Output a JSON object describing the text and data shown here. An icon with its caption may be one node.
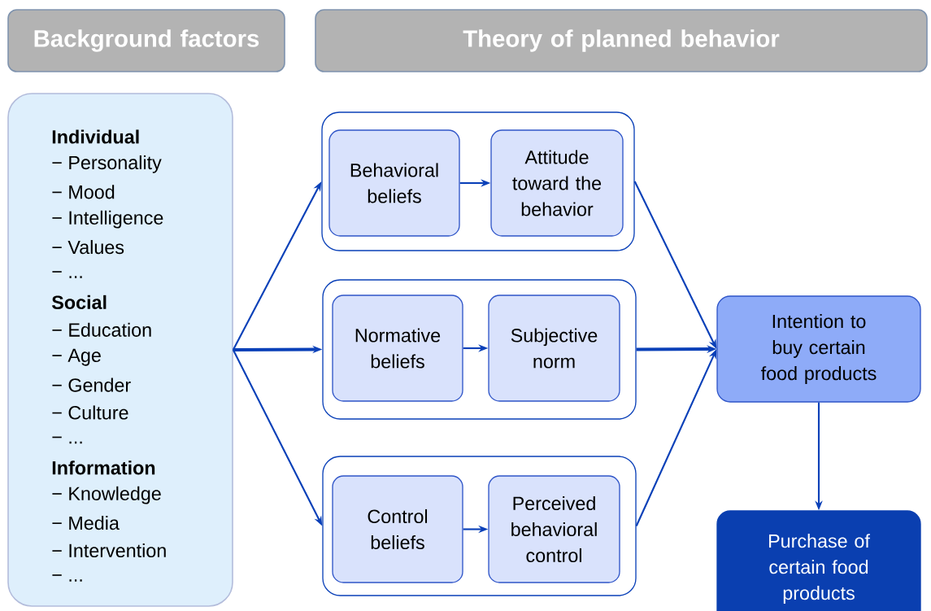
{
  "diagram": {
    "nodes": [
      {
        "text": [
          "Background factors"
        ]
      },
      {
        "text": [
          "Theory of planned behavior"
        ]
      },
      {
        "text": [
          "Individual",
          "− Personality",
          "− Mood",
          "− Intelligence",
          "− Values",
          "− ...",
          "Social",
          "− Education",
          "− Age",
          "− Gender",
          "− Culture",
          "− ...",
          "Information",
          "− Knowledge",
          "− Media",
          "− Intervention",
          "− ..."
        ]
      },
      {
        "text": [],
        "shape": "box"
      },
      {
        "text": [
          "Behavioral beliefs"
        ],
        "in": 3
      },
      {
        "text": [
          "Attitude toward the behavior"
        ],
        "in": 3
      },
      {
        "text": [],
        "shape": "box"
      },
      {
        "text": [
          "Normative beliefs"
        ],
        "in": 6
      },
      {
        "text": [
          "Subjective norm"
        ],
        "in": 6
      },
      {
        "text": [],
        "shape": "box"
      },
      {
        "text": [
          "Control beliefs"
        ],
        "in": 9
      },
      {
        "text": [
          "Perceived behavioral control"
        ],
        "in": 9
      },
      {
        "text": [
          "Intention to buy certain food products"
        ]
      },
      {
        "text": [
          "Purchase of certain food products"
        ]
      }
    ],
    "edges": [
      {
        "from": 2,
        "to": 3,
        "arrow": "to"
      },
      {
        "from": 2,
        "to": 6,
        "arrow": "to",
        "style": "thick"
      },
      {
        "from": 2,
        "to": 9,
        "arrow": "to"
      },
      {
        "from": 4,
        "to": 5,
        "arrow": "to"
      },
      {
        "from": 7,
        "to": 8,
        "arrow": "to"
      },
      {
        "from": 10,
        "to": 11,
        "arrow": "to"
      },
      {
        "from": 3,
        "to": 12,
        "arrow": "to"
      },
      {
        "from": 6,
        "to": 12,
        "arrow": "to",
        "style": "thick"
      },
      {
        "from": 9,
        "to": 12,
        "arrow": "to"
      },
      {
        "from": 12,
        "to": 13,
        "arrow": "to"
      }
    ]
  }
}
